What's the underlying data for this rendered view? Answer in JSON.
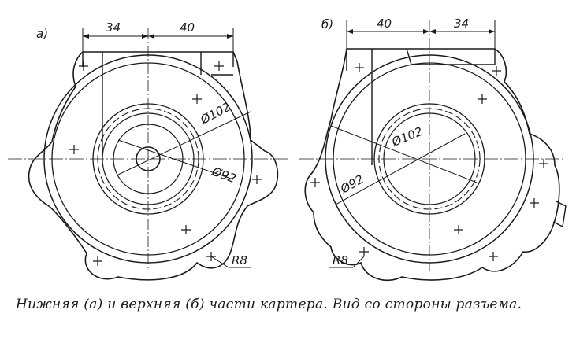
{
  "views": [
    {
      "id": "a",
      "label": "а)",
      "dim_left": "34",
      "dim_right": "40",
      "dia_large": "Ø102",
      "dia_small": "Ø92",
      "radius": "R8"
    },
    {
      "id": "b",
      "label": "б)",
      "dim_left": "40",
      "dim_right": "34",
      "dia_large": "Ø102",
      "dia_small": "Ø92",
      "radius": "R8"
    }
  ],
  "caption": "Нижняя (а) и верхняя (б) части картера. Вид со стороны разъема."
}
